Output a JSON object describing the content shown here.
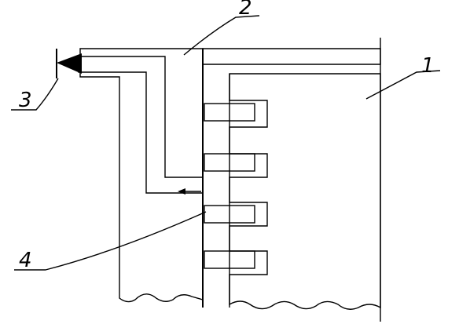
{
  "labels": {
    "part1": "1",
    "part2": "2",
    "part3": "3",
    "part4": "4"
  },
  "colors": {
    "stroke": "#000000",
    "background": "#ffffff"
  },
  "icons": {
    "nozzle": "black-triangle-nozzle-icon",
    "flow": "flow-arrow-icon"
  }
}
